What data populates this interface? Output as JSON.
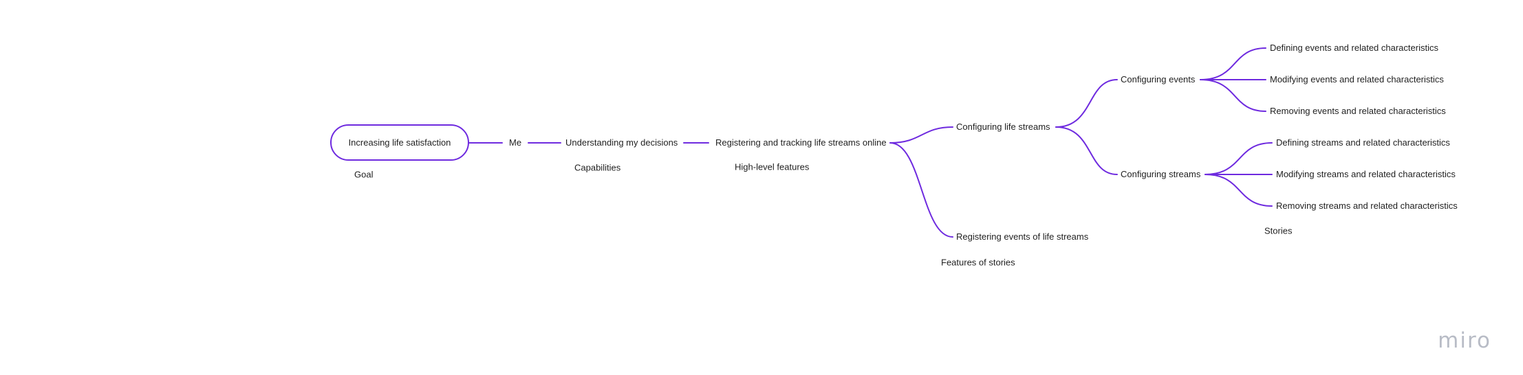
{
  "root": {
    "label": "Increasing life satisfaction"
  },
  "nodes": {
    "me": "Me",
    "understanding": "Understanding my decisions",
    "registering_tracking": "Registering and tracking life streams online",
    "configuring_life_streams": "Configuring life streams",
    "registering_events": "Registering events of life streams",
    "configuring_events": "Configuring events",
    "configuring_streams": "Configuring streams",
    "defining_events": "Defining events and related characteristics",
    "modifying_events": "Modifying events and related characteristics",
    "removing_events": "Removing events and related characteristics",
    "defining_streams": "Defining streams and related characteristics",
    "modifying_streams": "Modifying streams and related characteristics",
    "removing_streams": "Removing streams and related characteristics"
  },
  "level_labels": {
    "goal": "Goal",
    "capabilities": "Capabilities",
    "high_level_features": "High-level features",
    "features_of_stories": "Features of stories",
    "stories": "Stories"
  },
  "branding": {
    "logo": "miro"
  },
  "colors": {
    "branch": "#6e2adf",
    "text": "#1f1f1f",
    "logo": "#b8bcc6"
  }
}
